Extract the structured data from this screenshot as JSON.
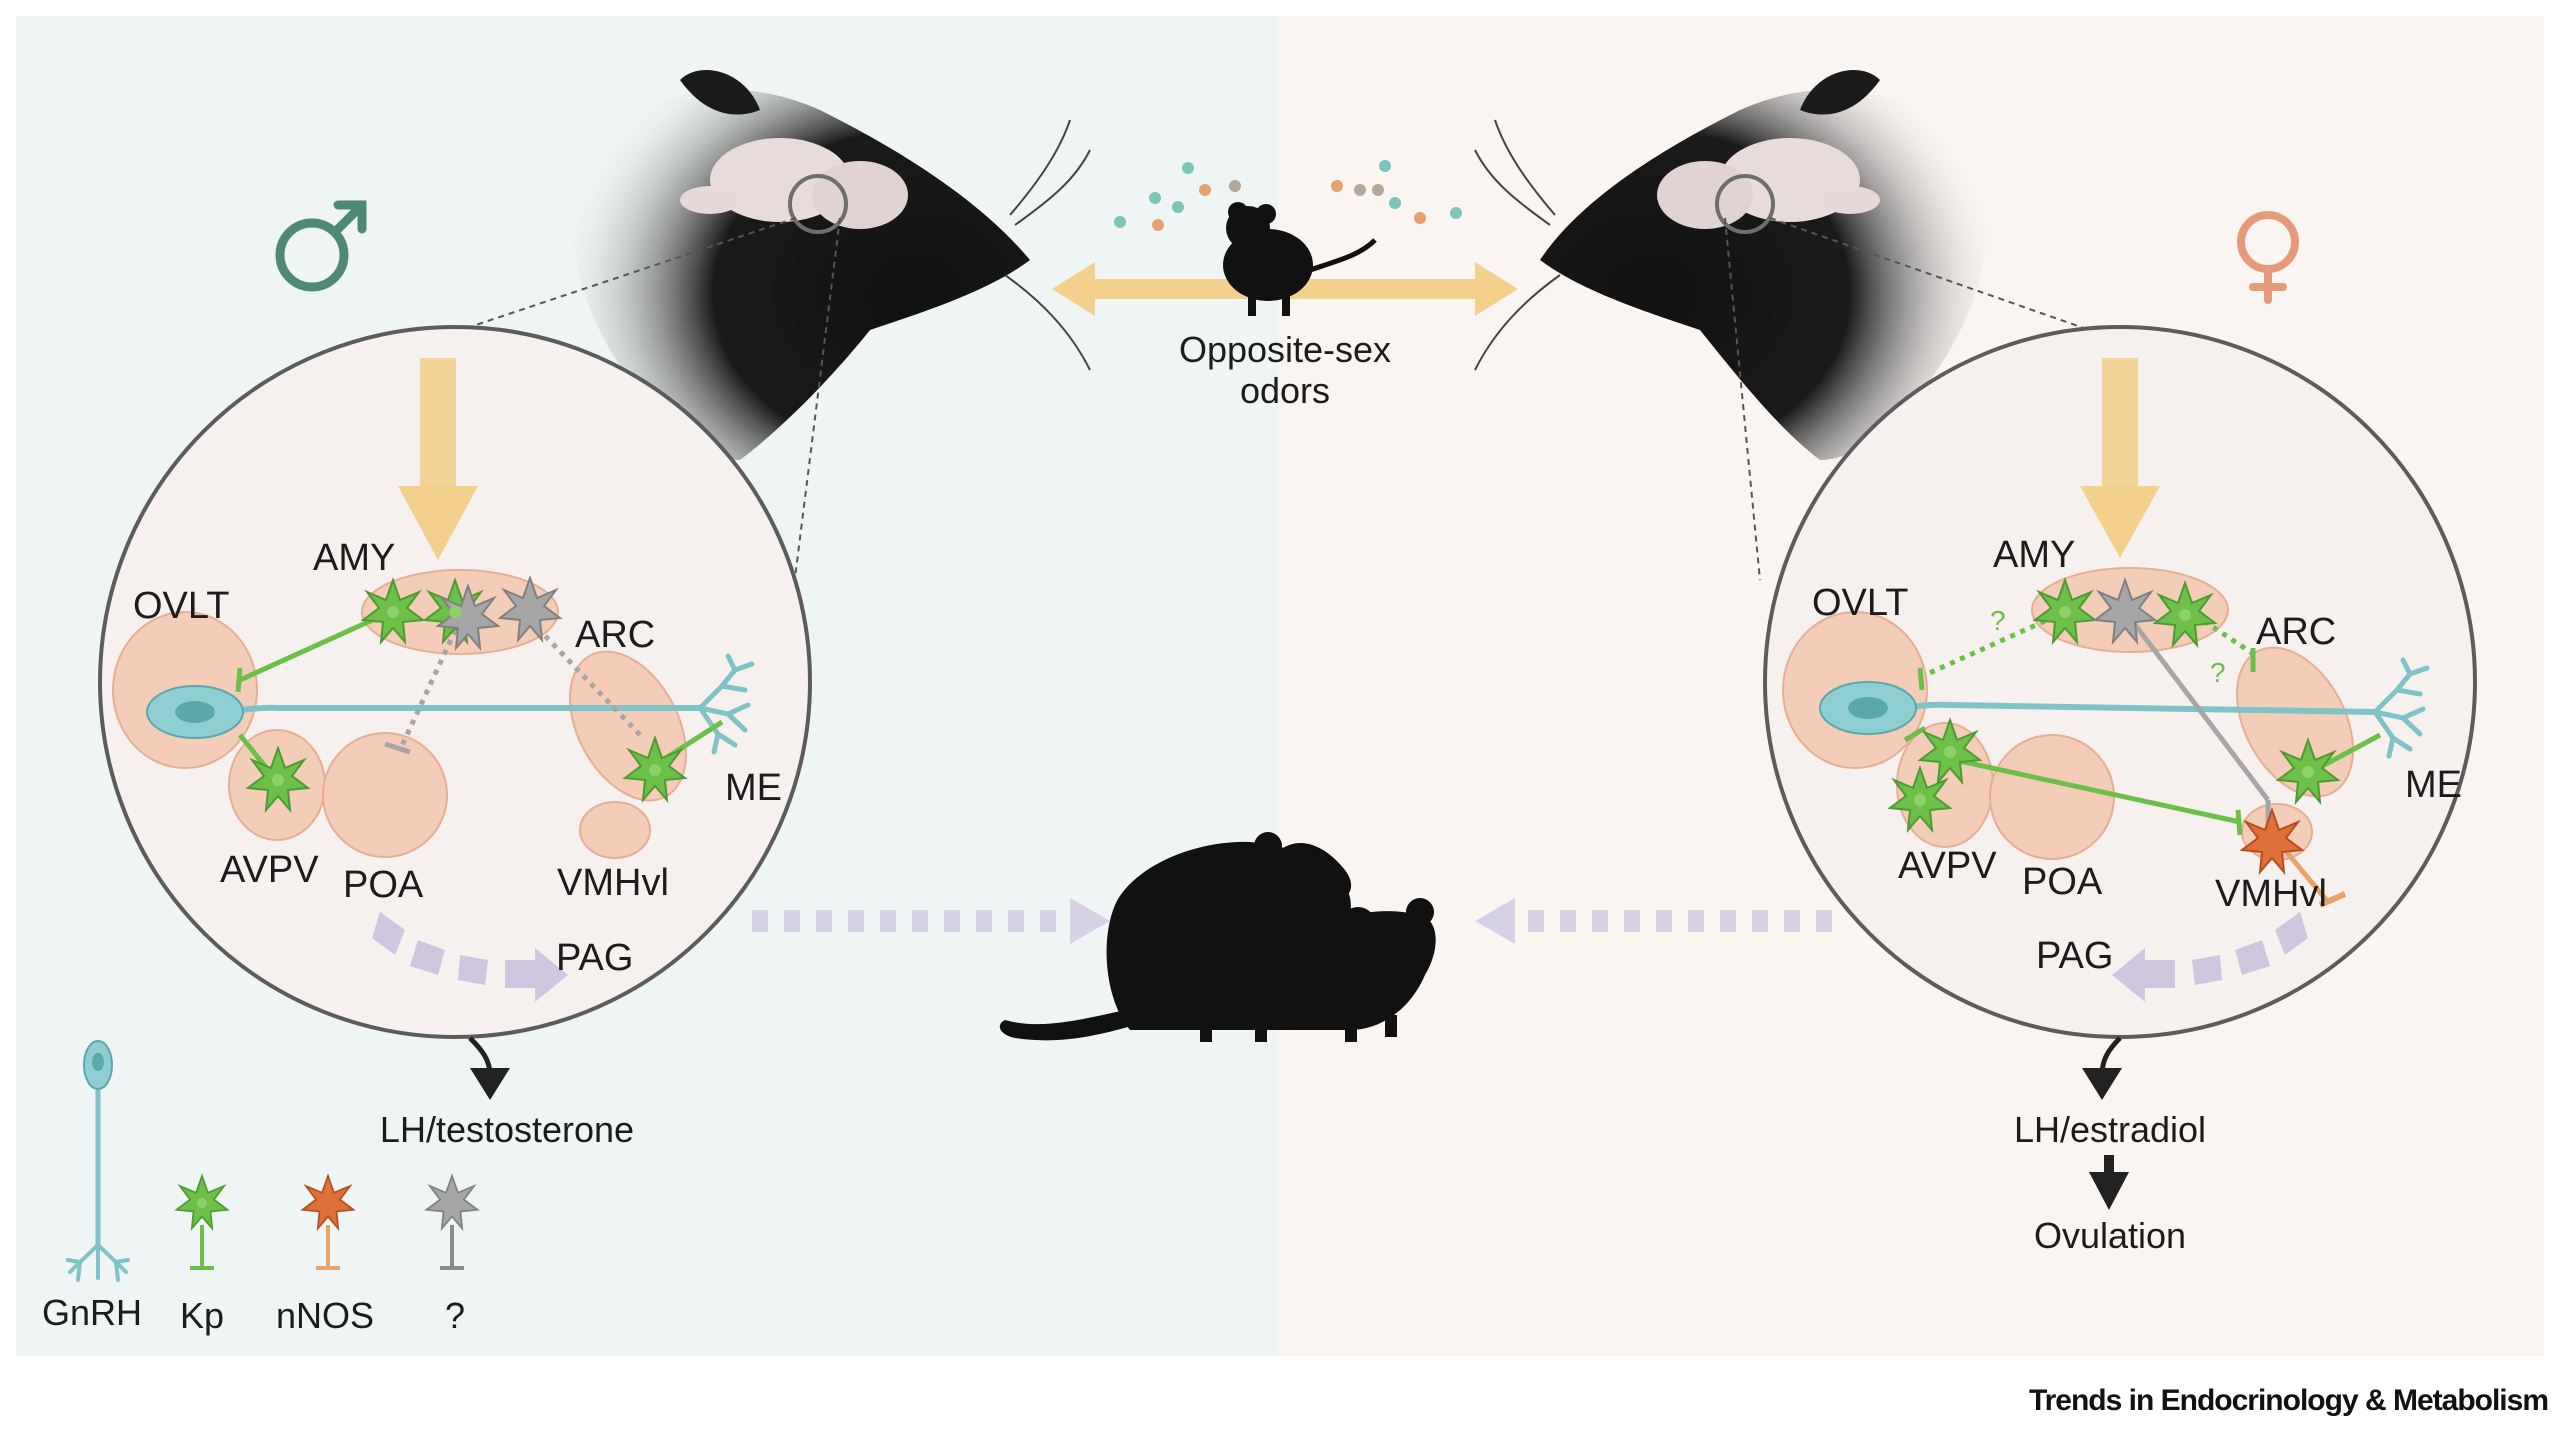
{
  "colors": {
    "male_bg": "#eef5f4",
    "female_bg": "#fbf5f2",
    "male_symbol": "#4e8a73",
    "female_symbol": "#e79a7a",
    "gnrh": "#7fc3c7",
    "kp": "#6cc04a",
    "nnos": "#e0703a",
    "unknown": "#a6a6a6",
    "odor_arrow": "#f3d08c",
    "pag_arrow": "#cfc7df",
    "region_fill": "#f4cdb9"
  },
  "center": {
    "odor_label_line1": "Opposite-sex",
    "odor_label_line2": "odors"
  },
  "male": {
    "symbol": "♂",
    "regions": {
      "ovlt": "OVLT",
      "amy": "AMY",
      "arc": "ARC",
      "me": "ME",
      "avpv": "AVPV",
      "poa": "POA",
      "vmhvl": "VMHvl",
      "pag": "PAG"
    },
    "output": "LH/testosterone"
  },
  "female": {
    "symbol": "♀",
    "regions": {
      "ovlt": "OVLT",
      "amy": "AMY",
      "arc": "ARC",
      "me": "ME",
      "avpv": "AVPV",
      "poa": "POA",
      "vmhvl": "VMHvl",
      "pag": "PAG"
    },
    "question_marks": [
      "?",
      "?"
    ],
    "output": "LH/estradiol",
    "final_output": "Ovulation"
  },
  "legend": [
    {
      "label": "GnRH",
      "icon": "gnrh-neuron-icon"
    },
    {
      "label": "Kp",
      "icon": "kp-neuron-icon"
    },
    {
      "label": "nNOS",
      "icon": "nnos-neuron-icon"
    },
    {
      "label": "?",
      "icon": "unknown-neuron-icon"
    }
  ],
  "credit": "Trends in Endocrinology & Metabolism"
}
